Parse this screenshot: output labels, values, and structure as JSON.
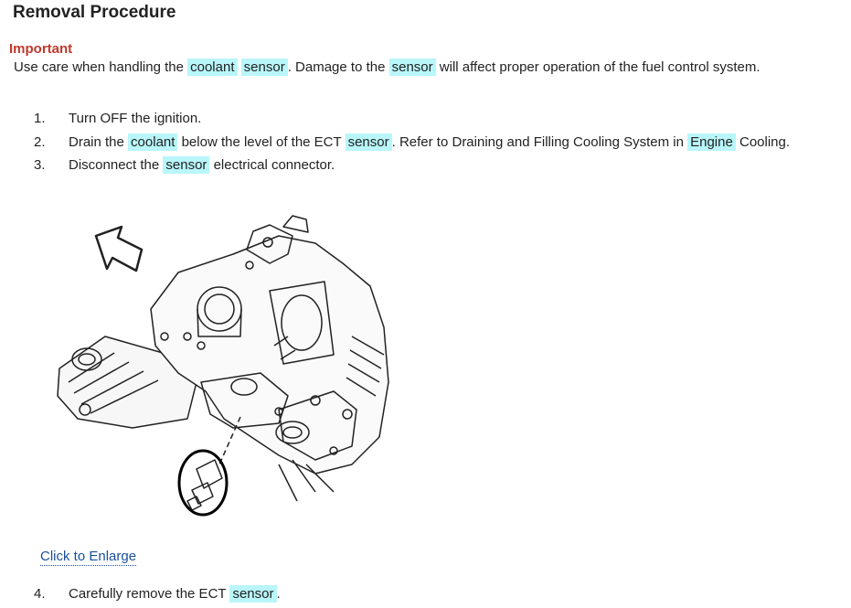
{
  "page": {
    "title": "Removal Procedure",
    "important_label": "Important",
    "important_text": [
      {
        "t": "Use care when handling the ",
        "h": false
      },
      {
        "t": "coolant",
        "h": true
      },
      {
        "t": " ",
        "h": false
      },
      {
        "t": "sensor",
        "h": true
      },
      {
        "t": ". Damage to the ",
        "h": false
      },
      {
        "t": "sensor",
        "h": true
      },
      {
        "t": " will affect proper operation of the fuel control system.",
        "h": false
      }
    ],
    "steps": [
      {
        "num": "1.",
        "parts": [
          {
            "t": "Turn OFF the ignition.",
            "h": false
          }
        ]
      },
      {
        "num": "2.",
        "parts": [
          {
            "t": "Drain the ",
            "h": false
          },
          {
            "t": "coolant",
            "h": true
          },
          {
            "t": " below the level of the ECT ",
            "h": false
          },
          {
            "t": "sensor",
            "h": true
          },
          {
            "t": ". Refer to Draining and Filling Cooling System in ",
            "h": false
          },
          {
            "t": "Engine",
            "h": true
          },
          {
            "t": " Cooling.",
            "h": false
          }
        ]
      },
      {
        "num": "3.",
        "parts": [
          {
            "t": "Disconnect the ",
            "h": false
          },
          {
            "t": "sensor",
            "h": true
          },
          {
            "t": " electrical connector.",
            "h": false
          }
        ]
      }
    ],
    "enlarge_link": "Click to Enlarge",
    "step4": {
      "num": "4.",
      "parts": [
        {
          "t": "Carefully remove the ECT ",
          "h": false
        },
        {
          "t": "sensor",
          "h": true
        },
        {
          "t": ".",
          "h": false
        }
      ]
    },
    "colors": {
      "highlight": "#b9f6fa",
      "important": "#c0392b",
      "link": "#1a4f9c"
    },
    "figure_icon": "engine-sensor-diagram"
  }
}
